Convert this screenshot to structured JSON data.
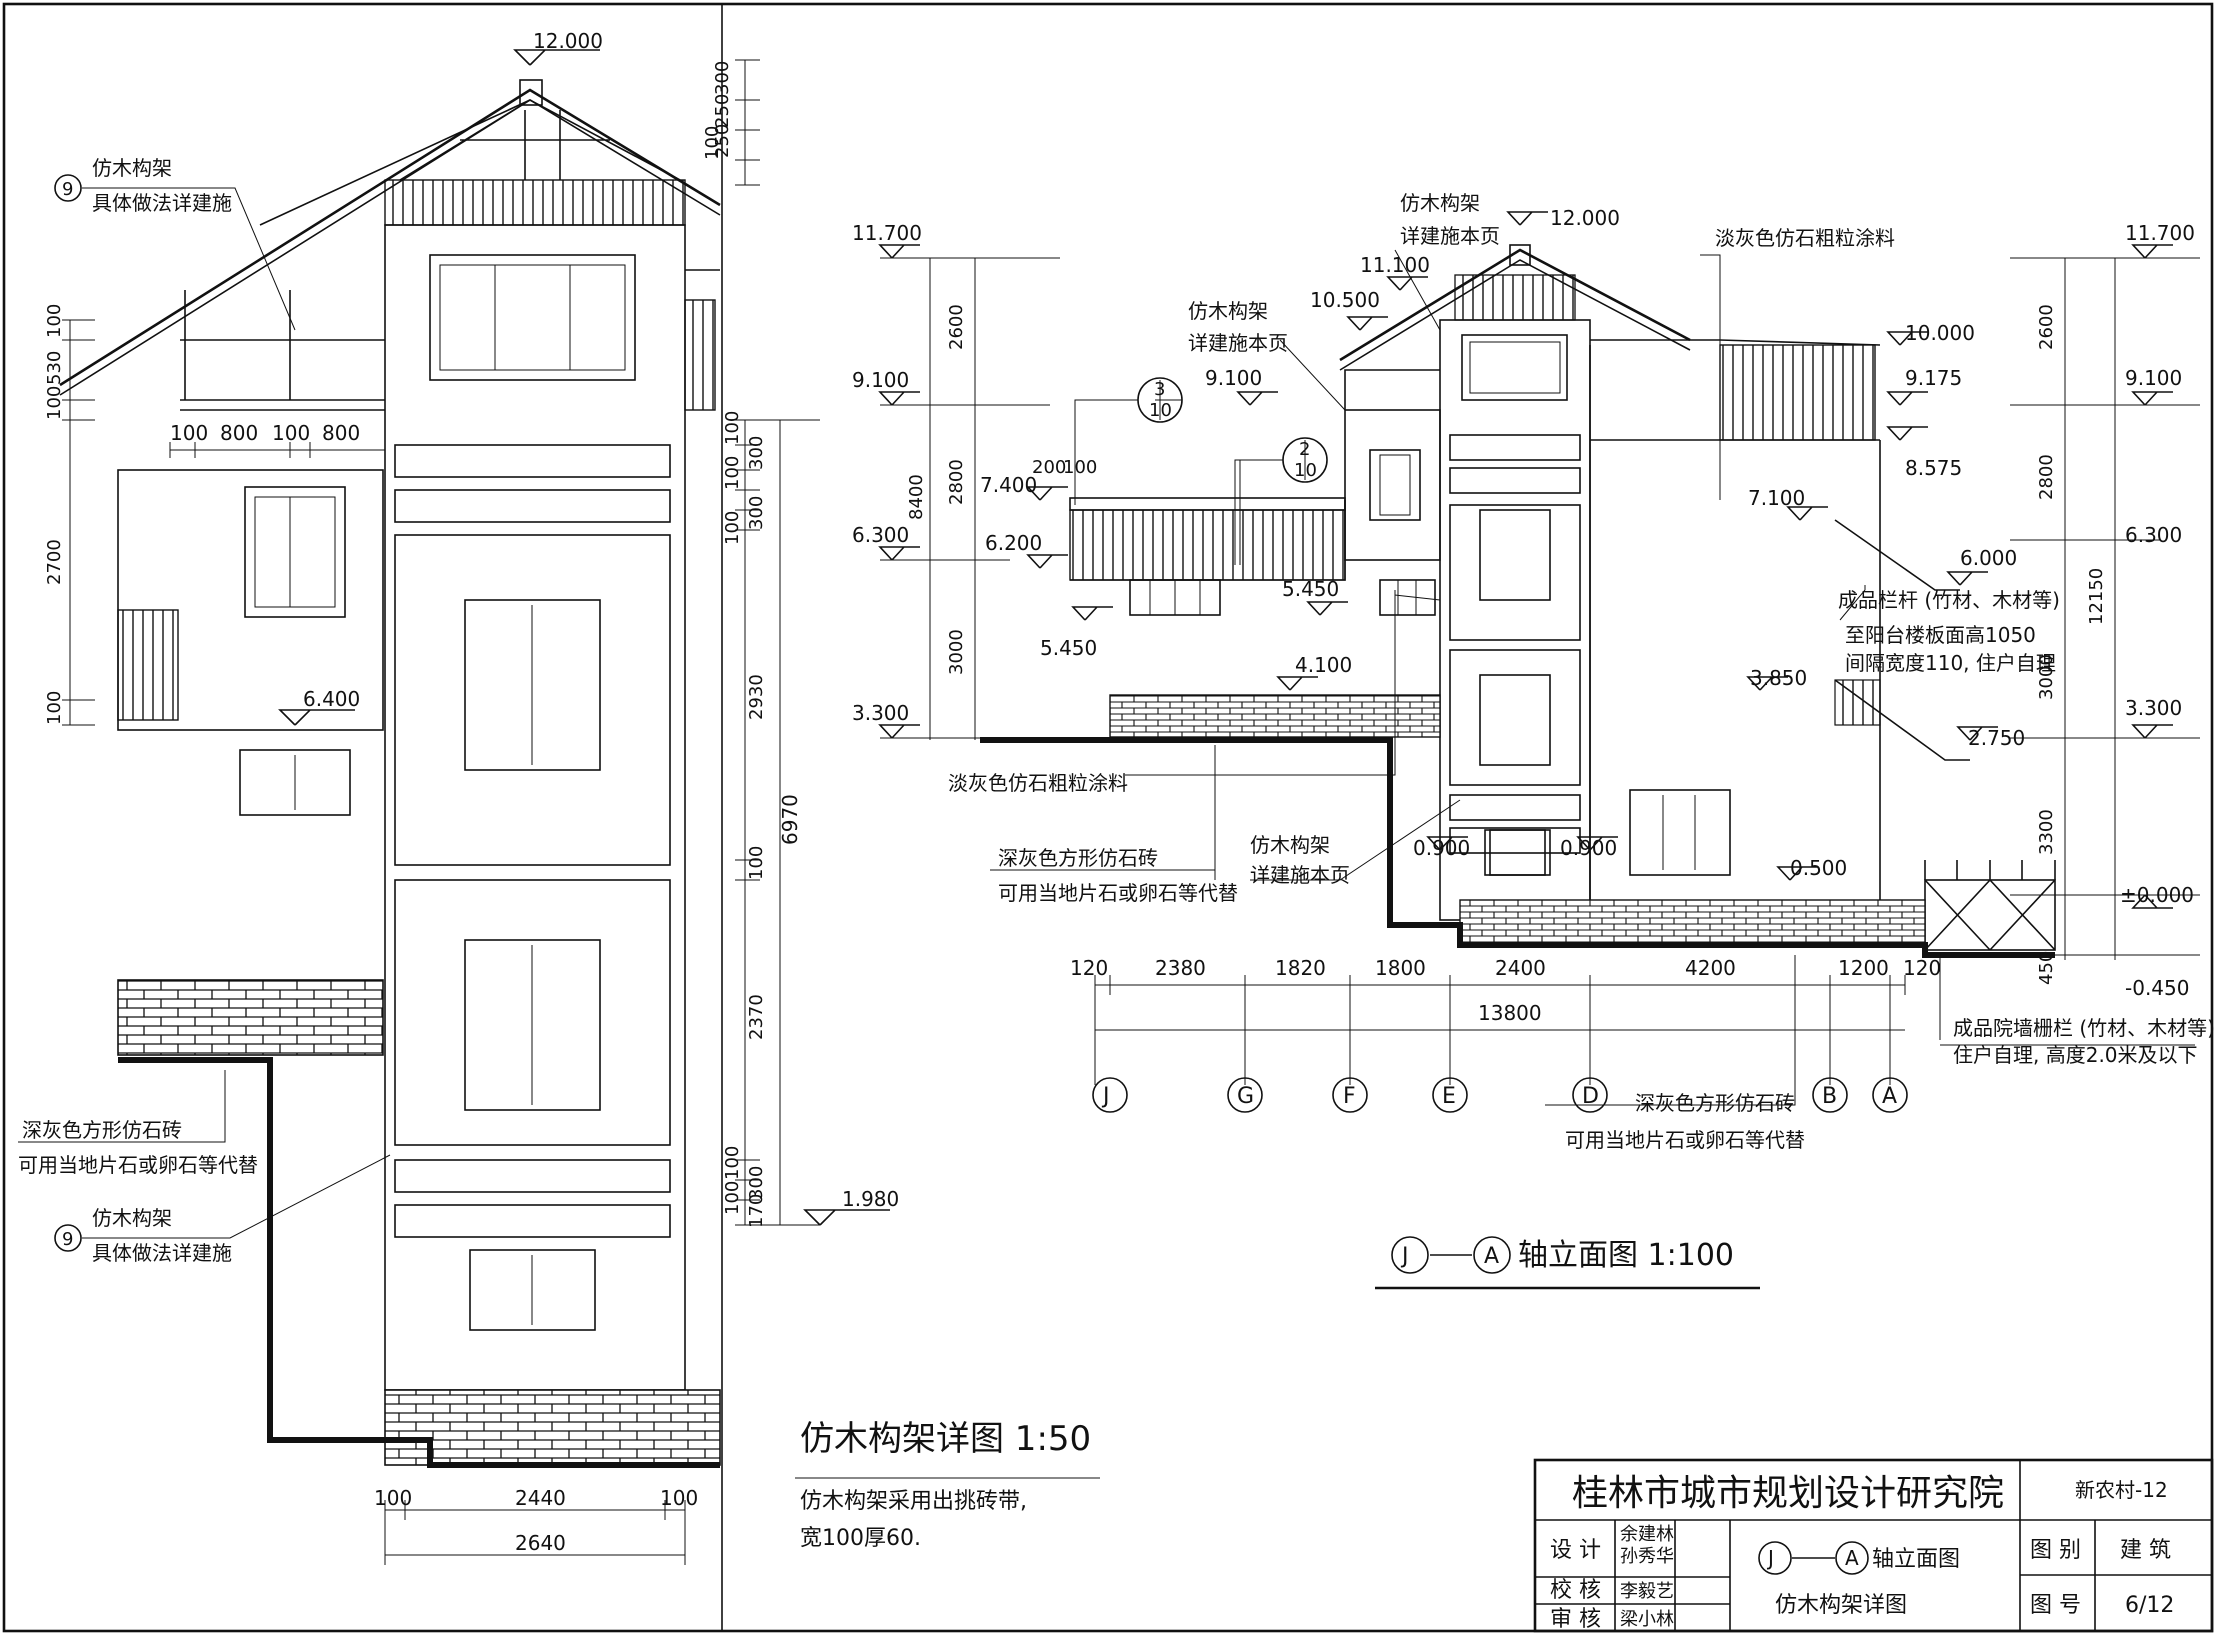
{
  "left_detail": {
    "ridge_elev": "12.000",
    "floor_elev": "6.400",
    "ground_elev": "1.980",
    "top_dims": [
      "300",
      "250",
      "250",
      "100"
    ],
    "left_vert_dims": [
      "100",
      "530",
      "100",
      "2700",
      "100"
    ],
    "right_vert_dims": [
      "100",
      "300",
      "100",
      "300",
      "100",
      "2930",
      "100",
      "2370",
      "100",
      "300",
      "100",
      "170"
    ],
    "total_height": "6970",
    "horiz_top_dims": [
      "100",
      "800",
      "100",
      "800"
    ],
    "bottom_dims": [
      "100",
      "2440",
      "100"
    ],
    "bottom_total": "2640",
    "callout_top_line1": "仿木构架",
    "callout_top_line2": "具体做法详建施",
    "callout_bot_line1": "仿木构架",
    "callout_bot_line2": "具体做法详建施",
    "callout_num": "9",
    "stone_note_line1": "深灰色方形仿石砖",
    "stone_note_line2": "可用当地片石或卵石等代替",
    "title": "仿木构架详图  1:50",
    "note_line1": "仿木构架采用出挑砖带,",
    "note_line2": "宽100厚60."
  },
  "elevation": {
    "left_levels": [
      "11.700",
      "9.100",
      "7.400",
      "6.300",
      "6.200",
      "5.450",
      "3.300"
    ],
    "right_levels": [
      "11.700",
      "10.000",
      "9.175",
      "9.100",
      "8.575",
      "7.100",
      "6.300",
      "6.000",
      "3.850",
      "3.300",
      "2.750",
      "0.500",
      "±0.000",
      "-0.450"
    ],
    "mid_levels": [
      "12.000",
      "11.100",
      "10.500",
      "9.100",
      "5.450",
      "4.100",
      "0.900",
      "0.900"
    ],
    "left_dims": [
      "2600",
      "2800",
      "3000",
      "8400"
    ],
    "right_dims": [
      "2600",
      "2800",
      "3000",
      "3300",
      "450",
      "12150"
    ],
    "small_dims": [
      "200",
      "100"
    ],
    "axis_dims": [
      "120",
      "2380",
      "1820",
      "1800",
      "2400",
      "4200",
      "1200",
      "120"
    ],
    "axis_total": "13800",
    "axes": [
      "J",
      "G",
      "F",
      "E",
      "D",
      "B",
      "A"
    ],
    "callout_3": "3",
    "callout_2": "2",
    "callout_sheet": "10",
    "note_timber_top_1": "仿木构架",
    "note_timber_top_2": "详建施本页",
    "note_timber_mid_1": "仿木构架",
    "note_timber_mid_2": "详建施本页",
    "note_timber_low_1": "仿木构架",
    "note_timber_low_2": "详建施本页",
    "note_paint_top": "淡灰色仿石粗粒涂料",
    "note_paint_left": "淡灰色仿石粗粒涂料",
    "note_stone_1": "深灰色方形仿石砖",
    "note_stone_2": "可用当地片石或卵石等代替",
    "note_stone_b1": "深灰色方形仿石砖",
    "note_stone_b2": "可用当地片石或卵石等代替",
    "note_rail_1": "成品栏杆 (竹材、木材等)",
    "note_rail_2": "至阳台楼板面高1050",
    "note_rail_3": "间隔宽度110, 住户自理",
    "note_fence_1": "成品院墙栅栏 (竹材、木材等)",
    "note_fence_2": "住户自理, 高度2.0米及以下",
    "title_a": "J",
    "title_b": "A",
    "title_text": "轴立面图   1:100"
  },
  "title_block": {
    "institute": "桂林市城市规划设计研究院",
    "project": "新农村-12",
    "design_label": "设 计",
    "design_names": [
      "余建林",
      "孙秀华"
    ],
    "check_label": "校 核",
    "check_name": "李毅艺",
    "review_label": "审 核",
    "review_name": "梁小林",
    "drawing_a": "J",
    "drawing_b": "A",
    "drawing_line1": "轴立面图",
    "drawing_line2": "仿木构架详图",
    "category_label": "图 别",
    "category": "建 筑",
    "number_label": "图 号",
    "number": "6/12"
  }
}
